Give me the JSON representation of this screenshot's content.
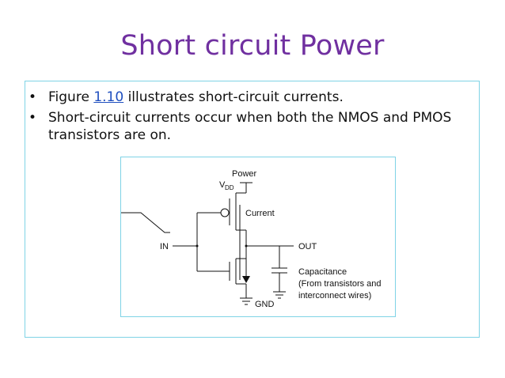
{
  "slide": {
    "title": "Short circuit Power",
    "bullets": [
      {
        "marker": "•",
        "prefix": "Figure ",
        "link": "1.10",
        "suffix": " illustrates short-circuit currents."
      },
      {
        "marker": "•",
        "text": "Short-circuit currents occur when both the NMOS and PMOS transistors are on."
      }
    ]
  },
  "figure": {
    "labels": {
      "power": "Power",
      "vdd_main": "V",
      "vdd_sub": "DD",
      "current": "Current",
      "in": "IN",
      "out": "OUT",
      "gnd": "GND",
      "cap_line1": "Capacitance",
      "cap_line2": "(From transistors and",
      "cap_line3": "interconnect wires)"
    }
  }
}
